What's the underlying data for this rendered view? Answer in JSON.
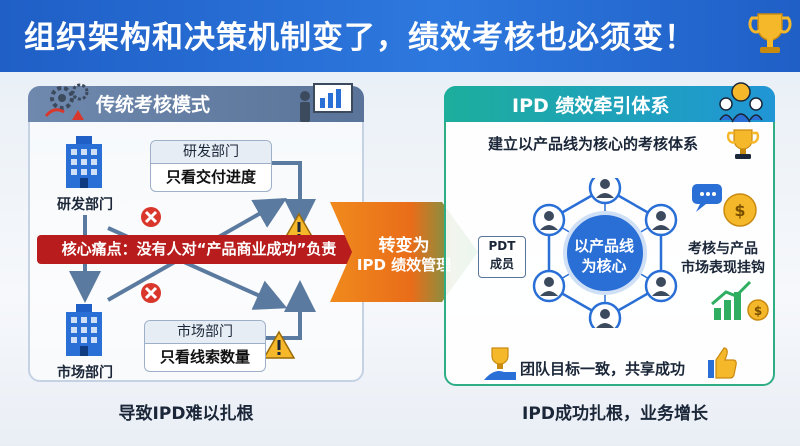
{
  "banner": {
    "title": "组织架构和决策机制变了，绩效考核也必须变！"
  },
  "left": {
    "title": "传统考核模式",
    "dept_rd": "研发部门",
    "dept_market": "市场部门",
    "card_rd": {
      "top": "研发部门",
      "bottom": "只看交付进度"
    },
    "card_market": {
      "top": "市场部门",
      "bottom": "只看线索数量"
    },
    "pain_point": "核心痛点：没有人对“产品商业成功”负责",
    "caption": "导致IPD难以扎根"
  },
  "transition": {
    "line1": "转变为",
    "line2": "IPD 绩效管理"
  },
  "right": {
    "title": "IPD 绩效牵引体系",
    "subtitle": "建立以产品线为核心的考核体系",
    "pdt": {
      "line1": "PDT",
      "line2": "成员"
    },
    "hub": {
      "line1": "以产品线",
      "line2": "为核心"
    },
    "side": {
      "line1": "考核与产品",
      "line2": "市场表现挂钩"
    },
    "bottom": "团队目标一致，共享成功",
    "caption": "IPD成功扎根，业务增长"
  },
  "colors": {
    "banner": "#2a6fd6",
    "pain": "#b81c1c",
    "accent_green": "#1dae9c",
    "accent_orange": "#f08a1c"
  }
}
